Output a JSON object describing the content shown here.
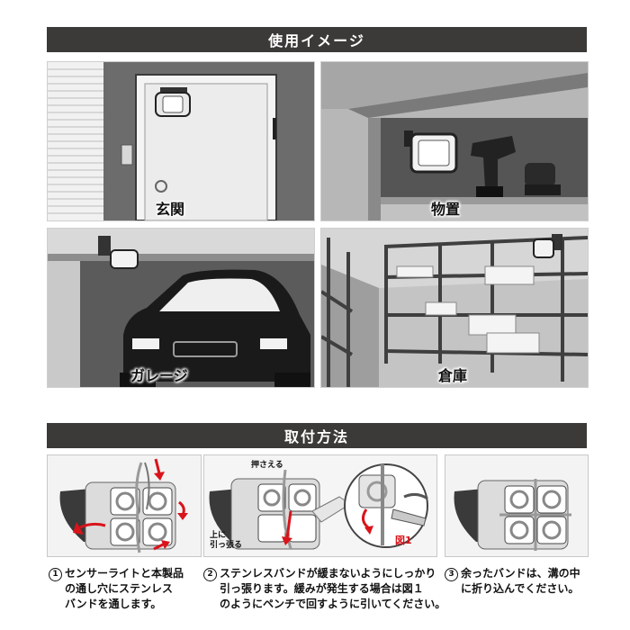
{
  "sections": {
    "usage_title": "使用イメージ",
    "install_title": "取付方法"
  },
  "scenes": [
    {
      "label": "玄関"
    },
    {
      "label": "物置"
    },
    {
      "label": "ガレージ"
    },
    {
      "label": "倉庫"
    }
  ],
  "steps": [
    {
      "number": "1",
      "line1": "センサーライトと本製品",
      "line2": "の通し穴にステンレス",
      "line3": "バンドを通します。"
    },
    {
      "number": "2",
      "line1": "ステンレスバンドが緩まないようにしっかり",
      "line2": "引っ張ります。緩みが発生する場合は図１",
      "line3": "のようにペンチで回すように引いてください。"
    },
    {
      "number": "3",
      "line1": "余ったバンドは、溝の中",
      "line2": "に折り込んでください。"
    }
  ],
  "annotations": {
    "press": "押さえる",
    "pull_up_1": "上に",
    "pull_up_2": "引っ張る",
    "figure": "図1"
  },
  "colors": {
    "banner": "#3b3a38",
    "accent_red": "#d9141b"
  }
}
